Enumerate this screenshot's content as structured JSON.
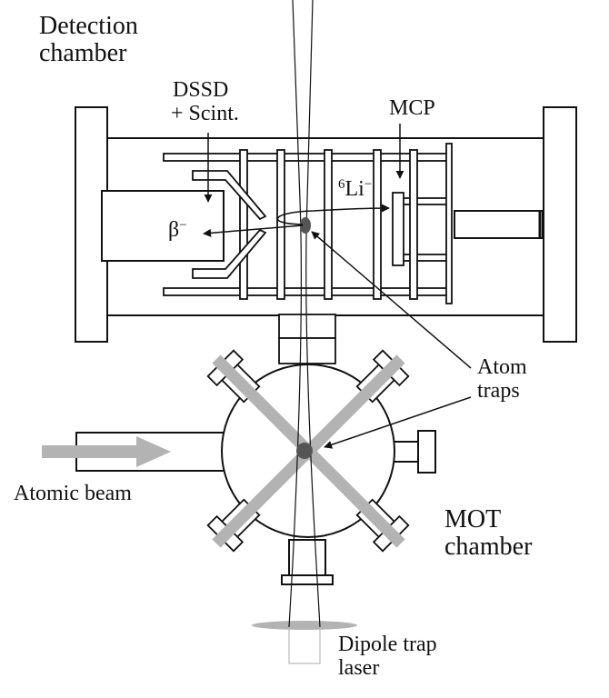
{
  "labels": {
    "detection_chamber_1": "Detection",
    "detection_chamber_2": "chamber",
    "dssd_1": "DSSD",
    "dssd_2": "+ Scint.",
    "mcp": "MCP",
    "li_mass": "6",
    "li_symbol": "Li",
    "li_charge": "−",
    "beta_symbol": "β",
    "beta_charge": "−",
    "atom_traps_1": "Atom",
    "atom_traps_2": "traps",
    "atomic_beam": "Atomic beam",
    "mot_1": "MOT",
    "mot_2": "chamber",
    "dipole_1": "Dipole trap",
    "dipole_2": "laser"
  },
  "colors": {
    "line": "#111111",
    "beam_gray": "#b3b3b3",
    "trap_dot": "#555555",
    "background": "#ffffff"
  }
}
